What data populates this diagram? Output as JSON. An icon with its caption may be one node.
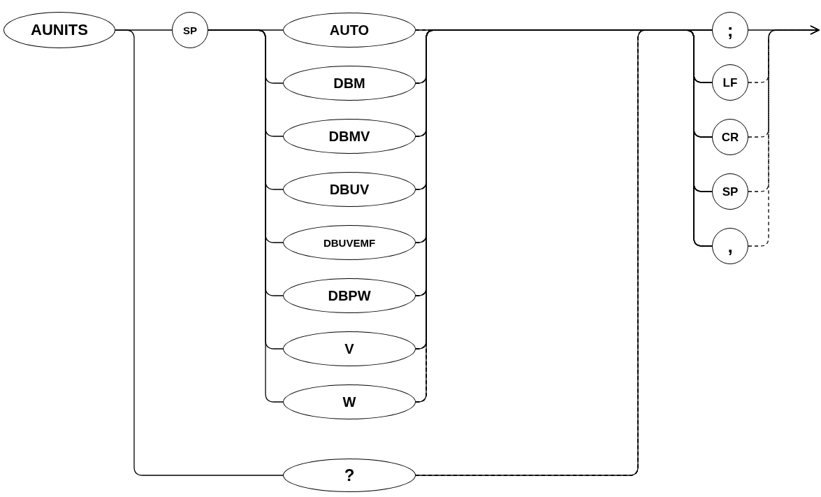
{
  "diagram": {
    "nodes": [
      {
        "text": [
          "AUNITS"
        ]
      },
      {
        "text": [
          "SP"
        ]
      },
      {
        "text": [
          "AUTO"
        ]
      },
      {
        "text": [
          "DBM"
        ]
      },
      {
        "text": [
          "DBMV"
        ]
      },
      {
        "text": [
          "DBUV"
        ]
      },
      {
        "text": [
          "DBUVEMF"
        ]
      },
      {
        "text": [
          "DBPW"
        ]
      },
      {
        "text": [
          "V"
        ]
      },
      {
        "text": [
          "W"
        ]
      },
      {
        "text": [
          "?"
        ]
      },
      {
        "text": [
          ";"
        ]
      },
      {
        "text": [
          "LF"
        ]
      },
      {
        "text": [
          "CR"
        ]
      },
      {
        "text": [
          "SP"
        ]
      },
      {
        "text": [
          ","
        ]
      }
    ],
    "edges": [
      {
        "from": 0,
        "to": 1,
        "arrow": "none"
      },
      {
        "from": 0,
        "to": 10,
        "arrow": "none"
      },
      {
        "from": 1,
        "to": 2,
        "arrow": "none"
      },
      {
        "from": 1,
        "to": 3,
        "arrow": "none"
      },
      {
        "from": 1,
        "to": 4,
        "arrow": "none"
      },
      {
        "from": 1,
        "to": 5,
        "arrow": "none"
      },
      {
        "from": 1,
        "to": 6,
        "arrow": "none"
      },
      {
        "from": 1,
        "to": 7,
        "arrow": "none"
      },
      {
        "from": 1,
        "to": 8,
        "arrow": "none"
      },
      {
        "from": 1,
        "to": 9,
        "arrow": "none"
      },
      {
        "from": 2,
        "to": 11,
        "arrow": "none"
      },
      {
        "from": 2,
        "to": 12,
        "arrow": "none",
        "style": "dashed"
      },
      {
        "from": 2,
        "to": 13,
        "arrow": "none",
        "style": "dashed"
      },
      {
        "from": 2,
        "to": 14,
        "arrow": "none",
        "style": "dashed"
      },
      {
        "from": 2,
        "to": 15,
        "arrow": "none",
        "style": "dashed"
      },
      {
        "from": 3,
        "to": 11,
        "arrow": "none"
      },
      {
        "from": 3,
        "to": 12,
        "arrow": "none",
        "style": "dashed"
      },
      {
        "from": 3,
        "to": 13,
        "arrow": "none",
        "style": "dashed"
      },
      {
        "from": 3,
        "to": 14,
        "arrow": "none",
        "style": "dashed"
      },
      {
        "from": 3,
        "to": 15,
        "arrow": "none",
        "style": "dashed"
      },
      {
        "from": 4,
        "to": 11,
        "arrow": "none"
      },
      {
        "from": 4,
        "to": 12,
        "arrow": "none",
        "style": "dashed"
      },
      {
        "from": 4,
        "to": 13,
        "arrow": "none",
        "style": "dashed"
      },
      {
        "from": 4,
        "to": 14,
        "arrow": "none",
        "style": "dashed"
      },
      {
        "from": 4,
        "to": 15,
        "arrow": "none",
        "style": "dashed"
      },
      {
        "from": 5,
        "to": 11,
        "arrow": "none"
      },
      {
        "from": 5,
        "to": 12,
        "arrow": "none",
        "style": "dashed"
      },
      {
        "from": 5,
        "to": 13,
        "arrow": "none",
        "style": "dashed"
      },
      {
        "from": 5,
        "to": 14,
        "arrow": "none",
        "style": "dashed"
      },
      {
        "from": 5,
        "to": 15,
        "arrow": "none",
        "style": "dashed"
      },
      {
        "from": 6,
        "to": 11,
        "arrow": "none"
      },
      {
        "from": 6,
        "to": 12,
        "arrow": "none",
        "style": "dashed"
      },
      {
        "from": 6,
        "to": 13,
        "arrow": "none",
        "style": "dashed"
      },
      {
        "from": 6,
        "to": 14,
        "arrow": "none",
        "style": "dashed"
      },
      {
        "from": 6,
        "to": 15,
        "arrow": "none",
        "style": "dashed"
      },
      {
        "from": 7,
        "to": 11,
        "arrow": "none"
      },
      {
        "from": 7,
        "to": 12,
        "arrow": "none",
        "style": "dashed"
      },
      {
        "from": 7,
        "to": 13,
        "arrow": "none",
        "style": "dashed"
      },
      {
        "from": 7,
        "to": 14,
        "arrow": "none",
        "style": "dashed"
      },
      {
        "from": 7,
        "to": 15,
        "arrow": "none",
        "style": "dashed"
      },
      {
        "from": 8,
        "to": 11,
        "arrow": "none"
      },
      {
        "from": 8,
        "to": 12,
        "arrow": "none",
        "style": "dashed"
      },
      {
        "from": 8,
        "to": 13,
        "arrow": "none",
        "style": "dashed"
      },
      {
        "from": 8,
        "to": 14,
        "arrow": "none",
        "style": "dashed"
      },
      {
        "from": 8,
        "to": 15,
        "arrow": "none",
        "style": "dashed"
      },
      {
        "from": 9,
        "to": 11,
        "arrow": "none"
      },
      {
        "from": 9,
        "to": 12,
        "arrow": "none",
        "style": "dashed"
      },
      {
        "from": 9,
        "to": 13,
        "arrow": "none",
        "style": "dashed"
      },
      {
        "from": 9,
        "to": 14,
        "arrow": "none",
        "style": "dashed"
      },
      {
        "from": 9,
        "to": 15,
        "arrow": "none",
        "style": "dashed"
      },
      {
        "from": 10,
        "to": 11,
        "arrow": "none"
      },
      {
        "from": 10,
        "to": 12,
        "arrow": "none",
        "style": "dashed"
      },
      {
        "from": 10,
        "to": 13,
        "arrow": "none",
        "style": "dashed"
      },
      {
        "from": 10,
        "to": 14,
        "arrow": "none",
        "style": "dashed"
      },
      {
        "from": 10,
        "to": 15,
        "arrow": "none",
        "style": "dashed"
      },
      {
        "from": 11,
        "to": null,
        "arrow": "to"
      },
      {
        "from": 12,
        "to": null,
        "arrow": "to",
        "style": "dashed"
      },
      {
        "from": 13,
        "to": null,
        "arrow": "to",
        "style": "dashed"
      },
      {
        "from": 14,
        "to": null,
        "arrow": "to",
        "style": "dashed"
      },
      {
        "from": 15,
        "to": null,
        "arrow": "to",
        "style": "dashed"
      }
    ]
  }
}
